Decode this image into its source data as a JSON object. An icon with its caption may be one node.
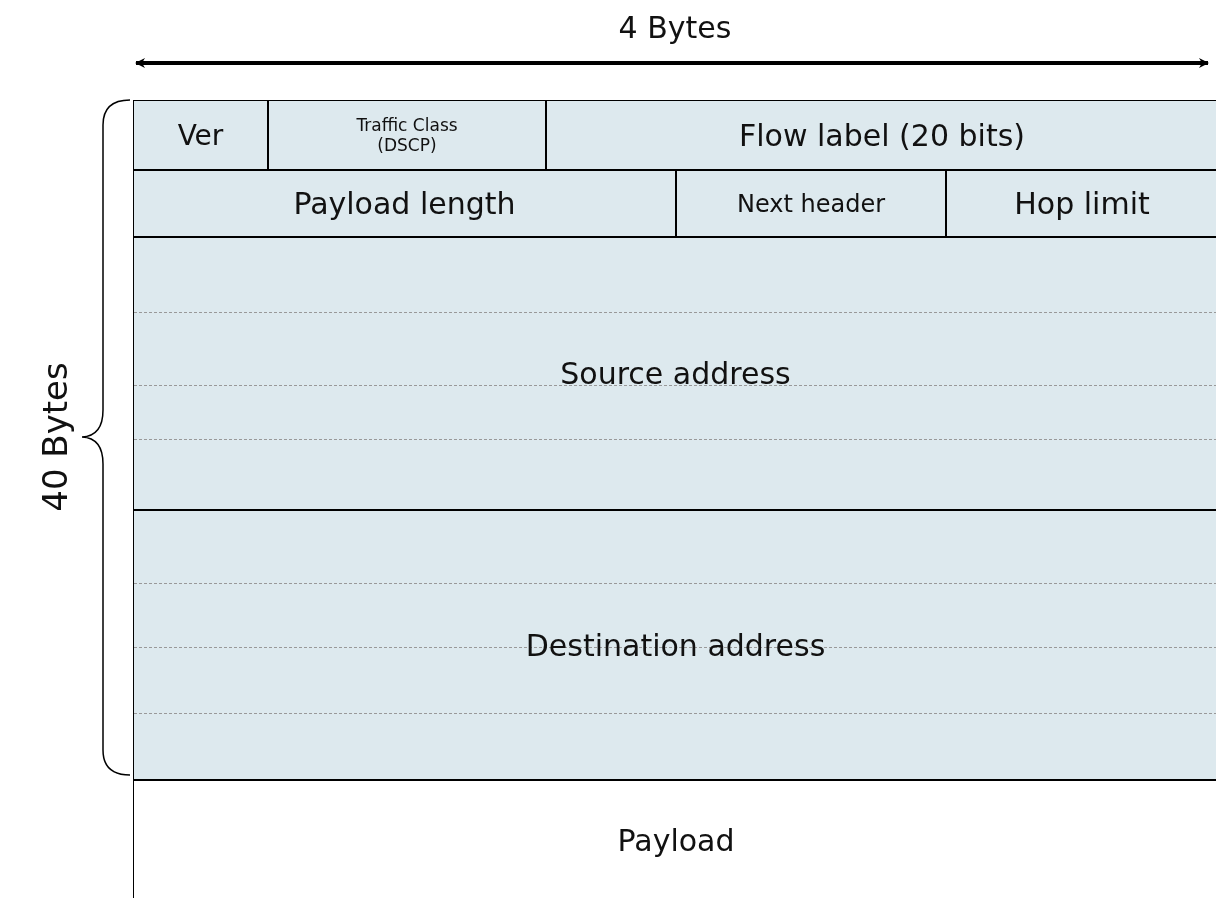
{
  "diagram": {
    "nodes": [
      {
        "text": [
          "Ver"
        ]
      },
      {
        "text": [
          "Traffic Class (DSCP)"
        ]
      },
      {
        "text": [
          "Flow label (20 bits)"
        ]
      },
      {
        "text": [
          "Payload length"
        ]
      },
      {
        "text": [
          "Next header"
        ]
      },
      {
        "text": [
          "Hop limit"
        ]
      },
      {
        "text": [
          "Source address"
        ]
      },
      {
        "text": [
          "Destination address"
        ]
      },
      {
        "text": [
          "Payload"
        ]
      }
    ],
    "labels": [
      "4 Bytes",
      "40 Bytes"
    ]
  }
}
